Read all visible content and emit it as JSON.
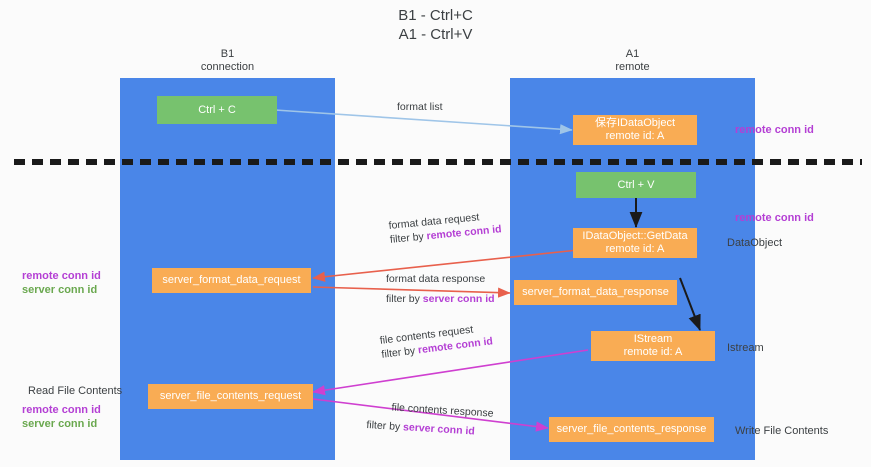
{
  "title": {
    "line1": "B1 - Ctrl+C",
    "line2": "A1 - Ctrl+V"
  },
  "columns": [
    {
      "name": "B1",
      "sub": "connection"
    },
    {
      "name": "A1",
      "sub": "remote"
    }
  ],
  "nodes": {
    "ctrl_c": "Ctrl + C",
    "ctrl_v": "Ctrl + V",
    "save_idataobject_l1": "保存IDataObject",
    "save_idataobject_l2": "remote id: A",
    "getdata_l1": "IDataObject::GetData",
    "getdata_l2": "remote id: A",
    "istream_l1": "IStream",
    "istream_l2": "remote id: A",
    "server_format_data_request": "server_format_data_request",
    "server_format_data_response": "server_format_data_response",
    "server_file_contents_request": "server_file_contents_request",
    "server_file_contents_response": "server_file_contents_response"
  },
  "edge_labels": {
    "format_list": "format list",
    "format_data_request": "format data request",
    "format_data_request_filter_pre": "filter by ",
    "format_data_request_filter_key": "remote conn id",
    "format_data_response": "format data response",
    "format_data_response_filter_pre": "filter by ",
    "format_data_response_filter_key": "server conn id",
    "file_contents_request": "file contents request",
    "file_contents_request_filter_pre": "filter by ",
    "file_contents_request_filter_key": "remote conn id",
    "file_contents_response": "file contents response",
    "file_contents_response_filter_pre": "filter by ",
    "file_contents_response_filter_key": "server conn id"
  },
  "side_labels": {
    "right_remote_conn_top": "remote conn id",
    "right_remote_conn_mid": "remote conn id",
    "right_dataobject": "DataObject",
    "right_istream": "Istream",
    "right_write_file_contents": "Write File Contents",
    "left_remote_conn_mid": "remote conn id",
    "left_server_conn_mid": "server conn id",
    "left_read_file_contents": "Read File Contents",
    "left_remote_conn_bottom": "remote conn id",
    "left_server_conn_bottom": "server conn id"
  },
  "colors": {
    "lane": "#4a86e8",
    "node_orange": "#f9ac54",
    "node_green": "#77c26e",
    "remote_conn": "#b43fd4",
    "server_conn": "#6aa84f",
    "arrow_blue": "#9fc5e8",
    "arrow_red": "#e8604c",
    "arrow_black": "#1a1a1a",
    "arrow_magenta": "#cf3fd0",
    "background": "#fbfbfb"
  }
}
